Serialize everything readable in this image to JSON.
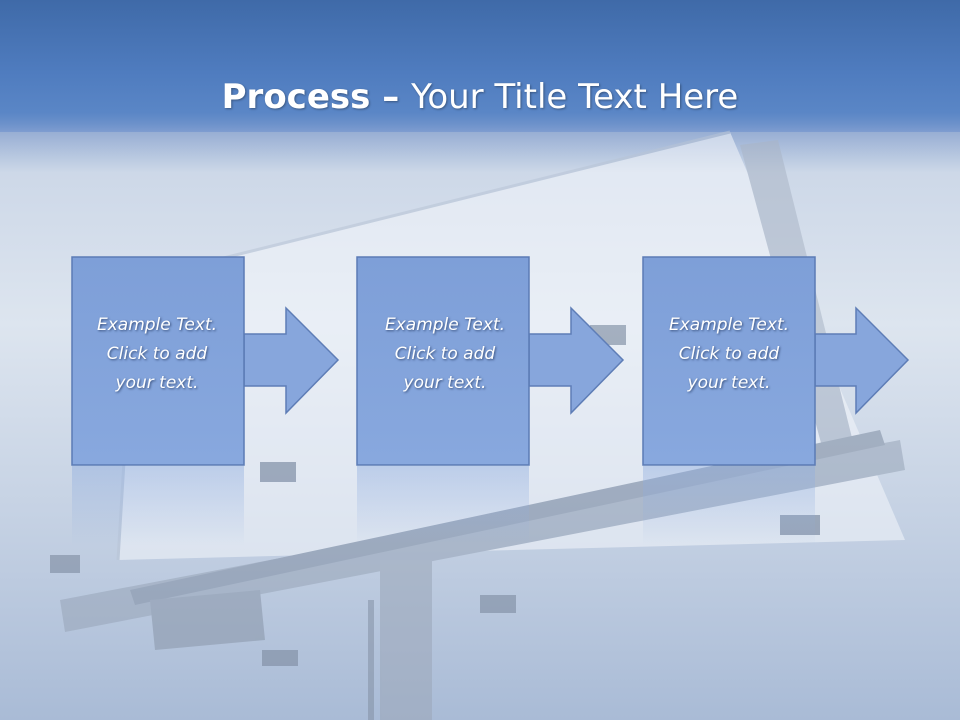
{
  "slide": {
    "title_bold": "Process",
    "title_separator": " – ",
    "title_rest": "Your Title Text Here"
  },
  "steps": [
    {
      "line1": "Example Text.",
      "line2": "Click  to add",
      "line3": "your text."
    },
    {
      "line1": "Example Text.",
      "line2": "Click  to add",
      "line3": "your text."
    },
    {
      "line1": "Example Text.",
      "line2": "Click  to add",
      "line3": "your text."
    }
  ],
  "colors": {
    "title_band": "#4f7cbf",
    "box_fill": "#7f9fd6",
    "box_border": "#5b7bb5",
    "arrow_fill": "#86a6dc"
  }
}
